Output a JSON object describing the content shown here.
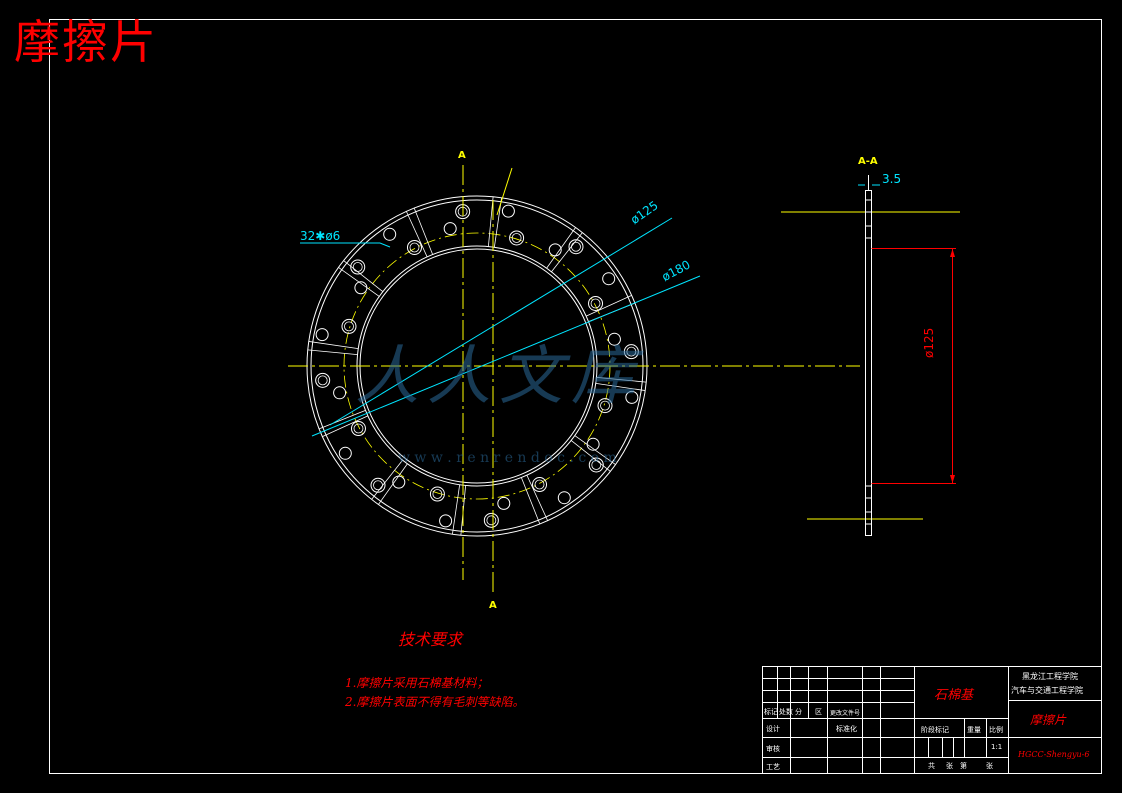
{
  "drawing": {
    "title": "摩擦片",
    "section_marks": {
      "top": "A",
      "bottom": "A",
      "section_view": "A-A"
    },
    "dimensions": {
      "holes": "32✱ø6",
      "d125": "ø125",
      "d180": "ø180",
      "thickness": "3.5",
      "d125_vertical": "ø125"
    },
    "watermark": {
      "text": "人人文库",
      "url": "w w w . r e n r e n d o c . c o m"
    },
    "colors": {
      "outline": "#ffffff",
      "centerline": "#ffff00",
      "dimension": "#00e5ff",
      "note": "#ff0000"
    }
  },
  "tech_requirements": {
    "title": "技术要求",
    "items": [
      "1.摩擦片采用石棉基材料；",
      "2.摩擦片表面不得有毛刺等缺陷。"
    ]
  },
  "title_block": {
    "material": "石棉基",
    "school_line1": "黑龙江工程学院",
    "school_line2": "汽车与交通工程学院",
    "part_name": "摩擦片",
    "scale": "1:1",
    "drawing_no": "HGCC-Shengyu-6",
    "rev_row": {
      "mark": "标记",
      "count": "处数",
      "zone": "分",
      "area": "区",
      "doc": "更改文件号"
    },
    "design_label": "设计",
    "standard_label": "标准化",
    "review_label": "审核",
    "process_label": "工艺",
    "stage_label": "阶段标记",
    "weight_label": "重量",
    "scale_label": "比例",
    "total_label": "共",
    "sheets_label": "张",
    "sheet_label": "第",
    "sheet_end_label": "张"
  }
}
